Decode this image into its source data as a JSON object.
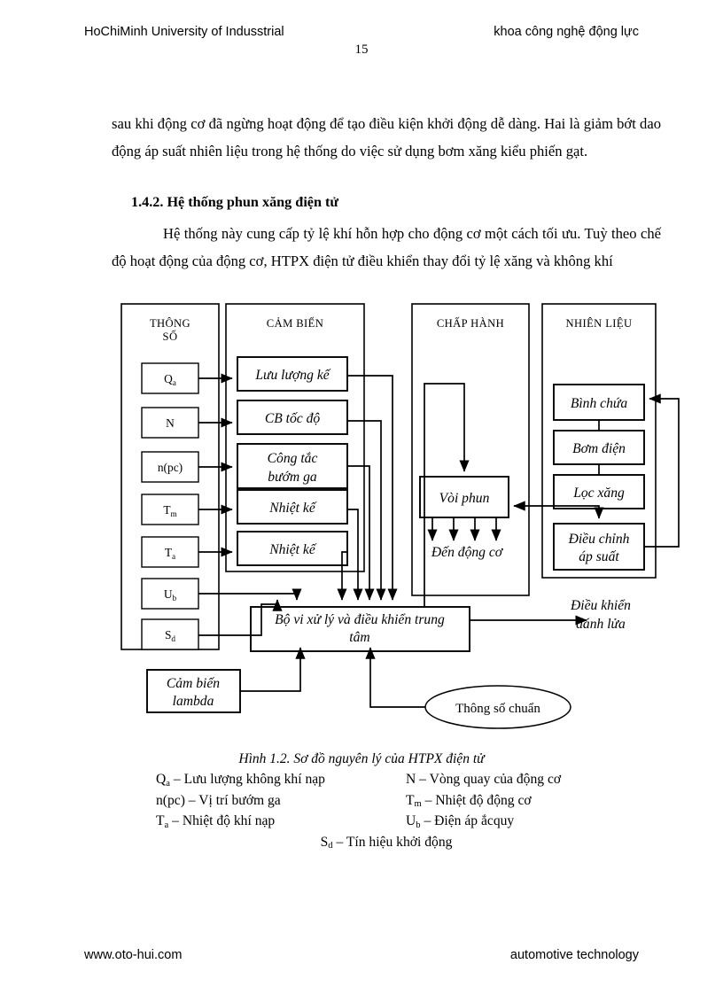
{
  "header": {
    "left": "HoChiMinh University of Indusstrial",
    "right": "khoa công nghệ động lực",
    "page_number": "15"
  },
  "body": {
    "paragraph_1": "sau khi động cơ đã ngừng hoạt động để tạo điều kiện khởi động dễ dàng. Hai là giảm bớt dao động áp suất nhiên liệu trong hệ thống do việc sử dụng bơm xăng kiểu phiến gạt.",
    "heading": "1.4.2. Hệ thống phun xăng điện tử",
    "paragraph_2": "Hệ thống này cung cấp tỷ lệ khí hỗn hợp cho động cơ một cách tối ưu. Tuỳ theo chế độ hoạt động của động cơ, HTPX điện tử điều khiển thay đổi tỷ lệ xăng và không khí"
  },
  "diagram": {
    "panels": [
      {
        "id": "thong-so",
        "title_line1": "THÔNG",
        "title_line2": "SỐ"
      },
      {
        "id": "cam-bien",
        "title_line1": "CẢM BIẾN",
        "title_line2": ""
      },
      {
        "id": "chap-hanh",
        "title_line1": "CHẤP HÀNH",
        "title_line2": ""
      },
      {
        "id": "nhien-lieu",
        "title_line1": "NHIÊN LIỆU",
        "title_line2": ""
      }
    ],
    "parameters": [
      {
        "base": "Q",
        "sub": "a"
      },
      {
        "base": "N",
        "sub": ""
      },
      {
        "base": "n(pc)",
        "sub": ""
      },
      {
        "base": "T",
        "sub": "m"
      },
      {
        "base": "T",
        "sub": "a"
      },
      {
        "base": "U",
        "sub": "b"
      },
      {
        "base": "S",
        "sub": "d"
      }
    ],
    "sensors": [
      {
        "line1": "Lưu lượng kế",
        "line2": ""
      },
      {
        "line1": "CB tốc độ",
        "line2": ""
      },
      {
        "line1": "Công tắc",
        "line2": "bướm ga"
      },
      {
        "line1": "Nhiệt kế",
        "line2": ""
      },
      {
        "line1": "Nhiệt kế",
        "line2": ""
      }
    ],
    "actuator": {
      "injector": "Vòi phun",
      "to_engine": "Đến động cơ"
    },
    "fuel": [
      {
        "line1": "Bình chứa",
        "line2": ""
      },
      {
        "line1": "Bơm điện",
        "line2": ""
      },
      {
        "line1": "Lọc xăng",
        "line2": ""
      },
      {
        "line1": "Điều chỉnh",
        "line2": "áp suất"
      }
    ],
    "ecu": {
      "line1": "Bộ vi xử lý và điều khiển trung",
      "line2": "tâm"
    },
    "lambda": {
      "line1": "Cảm biến",
      "line2": "lambda"
    },
    "standard_params": "Thông số chuẩn",
    "ignition_control": {
      "line1": "Điều khiển",
      "line2": "đánh lửa"
    }
  },
  "caption": "Hình 1.2. Sơ đồ nguyên lý của HTPX điện tử",
  "legend": {
    "rows": [
      {
        "left_base": "Q",
        "left_sub": "a",
        "left_text": " – Lưu lượng không khí nạp",
        "right_base": "N",
        "right_sub": "",
        "right_text": " – Vòng quay của động cơ"
      },
      {
        "left_base": "n(pc)",
        "left_sub": "",
        "left_text": " – Vị trí bướm ga",
        "right_base": "T",
        "right_sub": "m",
        "right_text": " – Nhiệt độ động cơ"
      },
      {
        "left_base": "T",
        "left_sub": "a",
        "left_text": " – Nhiệt độ khí nạp",
        "right_base": "U",
        "right_sub": "b",
        "right_text": " – Điện áp ắcquy"
      }
    ],
    "last": {
      "base": "S",
      "sub": "d",
      "text": " – Tín hiệu khởi động"
    }
  },
  "footer": {
    "left": "www.oto-hui.com",
    "right": "automotive technology"
  }
}
